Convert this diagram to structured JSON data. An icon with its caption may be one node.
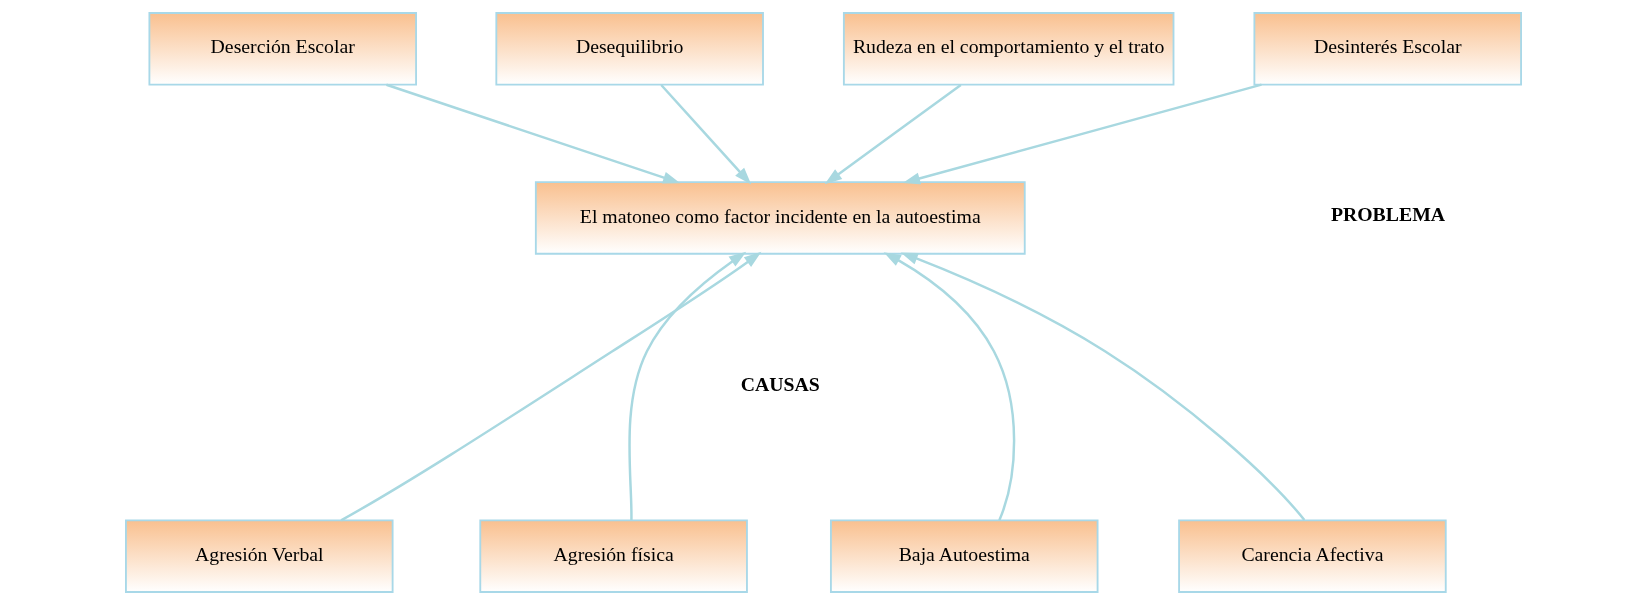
{
  "diagram": {
    "nodes": [
      {
        "text": [
          "Desinterés Escolar"
        ]
      },
      {
        "text": [
          "Deserción Escolar"
        ]
      },
      {
        "text": [
          "Desequilibrio"
        ]
      },
      {
        "text": [
          "Rudeza en el comportamiento y el trato"
        ]
      },
      {
        "text": [
          "El matoneo como factor incidente en la autoestima"
        ]
      },
      {
        "text": [
          "Agresión Verbal"
        ]
      },
      {
        "text": [
          "Agresión física"
        ]
      },
      {
        "text": [
          "Baja Autoestima"
        ]
      },
      {
        "text": [
          "Carencia Afectiva"
        ]
      }
    ],
    "edges": [
      {
        "from": 0,
        "to": 4,
        "arrow": "to"
      },
      {
        "from": 1,
        "to": 4,
        "arrow": "to"
      },
      {
        "from": 2,
        "to": 4,
        "arrow": "to"
      },
      {
        "from": 3,
        "to": 4,
        "arrow": "to"
      },
      {
        "from": 5,
        "to": 4,
        "arrow": "to"
      },
      {
        "from": 6,
        "to": 4,
        "arrow": "to"
      },
      {
        "from": 7,
        "to": 4,
        "arrow": "to"
      },
      {
        "from": 8,
        "to": 4,
        "arrow": "to"
      }
    ],
    "labels": [
      "PROBLEMA",
      "CAUSAS"
    ]
  }
}
